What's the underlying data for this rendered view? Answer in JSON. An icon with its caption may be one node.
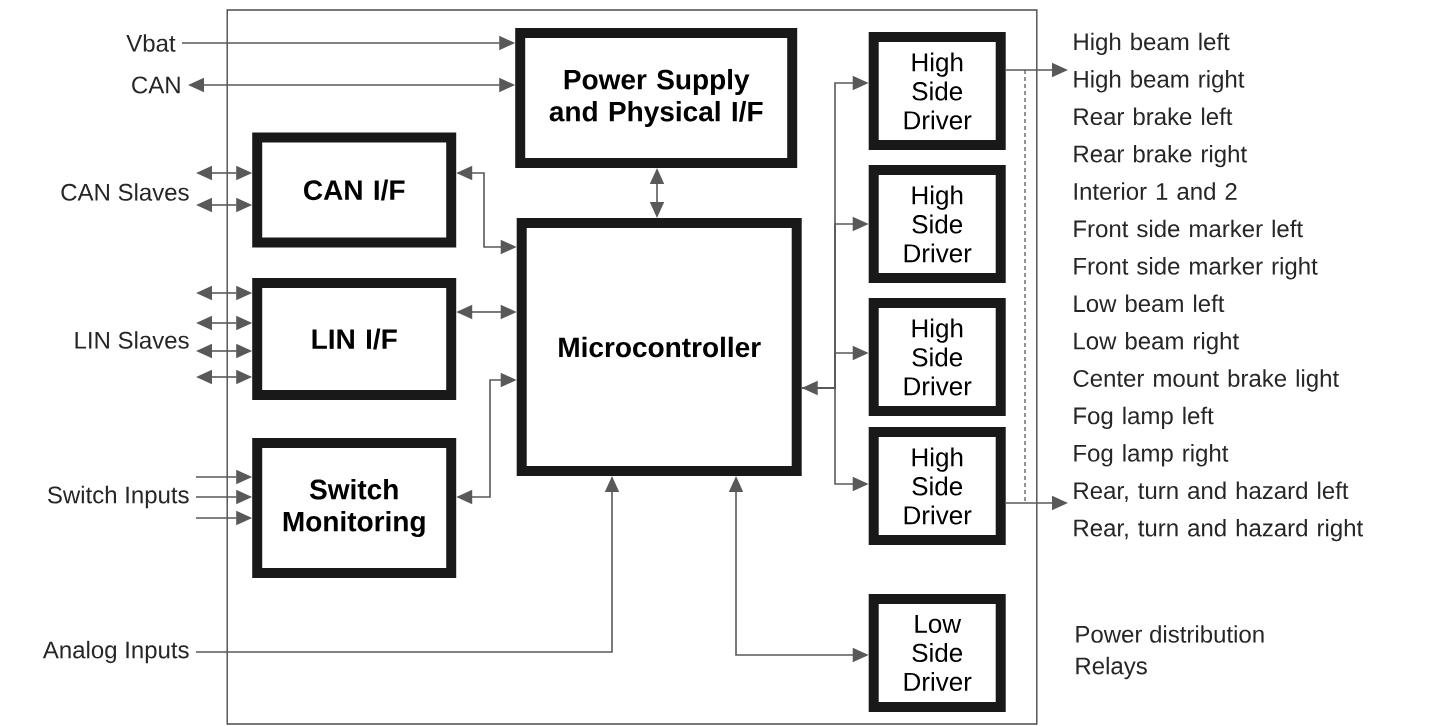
{
  "diagram": {
    "nodes": [
      {
        "text": [],
        "shape": "box"
      },
      {
        "text": [
          "Vbat"
        ]
      },
      {
        "text": [
          "CAN"
        ]
      },
      {
        "text": [
          "CAN Slaves"
        ]
      },
      {
        "text": [
          "LIN Slaves"
        ]
      },
      {
        "text": [
          "Switch Inputs"
        ]
      },
      {
        "text": [
          "Analog Inputs"
        ]
      },
      {
        "text": [
          "Power Supply and Physical I/F"
        ],
        "in": 0
      },
      {
        "text": [
          "CAN I/F"
        ],
        "in": 0
      },
      {
        "text": [
          "LIN I/F"
        ],
        "in": 0
      },
      {
        "text": [
          "Switch Monitoring"
        ],
        "in": 0
      },
      {
        "text": [
          "Microcontroller"
        ],
        "in": 0
      },
      {
        "text": [
          "High Side Driver"
        ],
        "in": 0
      },
      {
        "text": [
          "High Side Driver"
        ],
        "in": 0
      },
      {
        "text": [
          "High Side Driver"
        ],
        "in": 0
      },
      {
        "text": [
          "High Side Driver"
        ],
        "in": 0
      },
      {
        "text": [
          "Low Side Driver"
        ],
        "in": 0
      },
      {
        "text": [
          "High beam left",
          "High beam right",
          "Rear brake left",
          "Rear brake right",
          "Interior 1 and 2",
          "Front side marker left",
          "Front side marker right",
          "Low beam left",
          "Low beam right",
          "Center mount brake light",
          "Fog lamp left",
          "Fog lamp right",
          "Rear, turn and hazard left",
          "Rear, turn and hazard right"
        ]
      }
    ],
    "edges": [
      {
        "from": 1,
        "to": 7,
        "arrow": "to"
      },
      {
        "from": 2,
        "to": 7,
        "arrow": "both"
      },
      {
        "from": 3,
        "to": 8,
        "arrow": "both"
      },
      {
        "from": 3,
        "to": 8,
        "arrow": "both"
      },
      {
        "from": 4,
        "to": 9,
        "arrow": "both"
      },
      {
        "from": 4,
        "to": 9,
        "arrow": "both"
      },
      {
        "from": 4,
        "to": 9,
        "arrow": "both"
      },
      {
        "from": 4,
        "to": 9,
        "arrow": "both"
      },
      {
        "from": 5,
        "to": 10,
        "arrow": "to"
      },
      {
        "from": 5,
        "to": 10,
        "arrow": "to"
      },
      {
        "from": 5,
        "to": 10,
        "arrow": "to"
      },
      {
        "from": 6,
        "to": 11,
        "arrow": "to"
      },
      {
        "from": 7,
        "to": 11,
        "arrow": "both"
      },
      {
        "from": 11,
        "to": 8,
        "arrow": "both"
      },
      {
        "from": 9,
        "to": 11,
        "arrow": "both"
      },
      {
        "from": 11,
        "to": 10,
        "arrow": "both"
      },
      {
        "from": 11,
        "to": 12,
        "arrow": "both"
      },
      {
        "from": 11,
        "to": 13,
        "arrow": "to"
      },
      {
        "from": 11,
        "to": 14,
        "arrow": "to"
      },
      {
        "from": 11,
        "to": 15,
        "arrow": "to"
      },
      {
        "from": 11,
        "to": 16,
        "arrow": "both"
      },
      {
        "from": 12,
        "to": 17,
        "arrow": "to"
      },
      {
        "from": 15,
        "to": 17,
        "arrow": "to"
      }
    ],
    "labels": [
      "Power distribution",
      "Relays"
    ]
  }
}
